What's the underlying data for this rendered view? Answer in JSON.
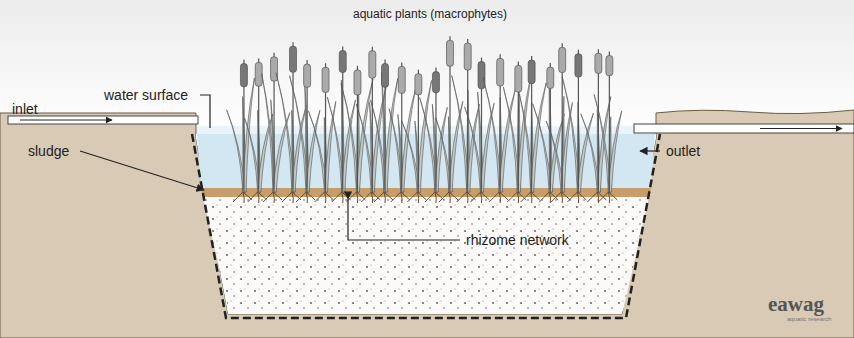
{
  "diagram": {
    "labels": [
      "aquatic plants (macrophytes)",
      "water surface",
      "inlet",
      "sludge",
      "outlet",
      "rhizome network",
      "eawag",
      "aquatic research"
    ]
  }
}
